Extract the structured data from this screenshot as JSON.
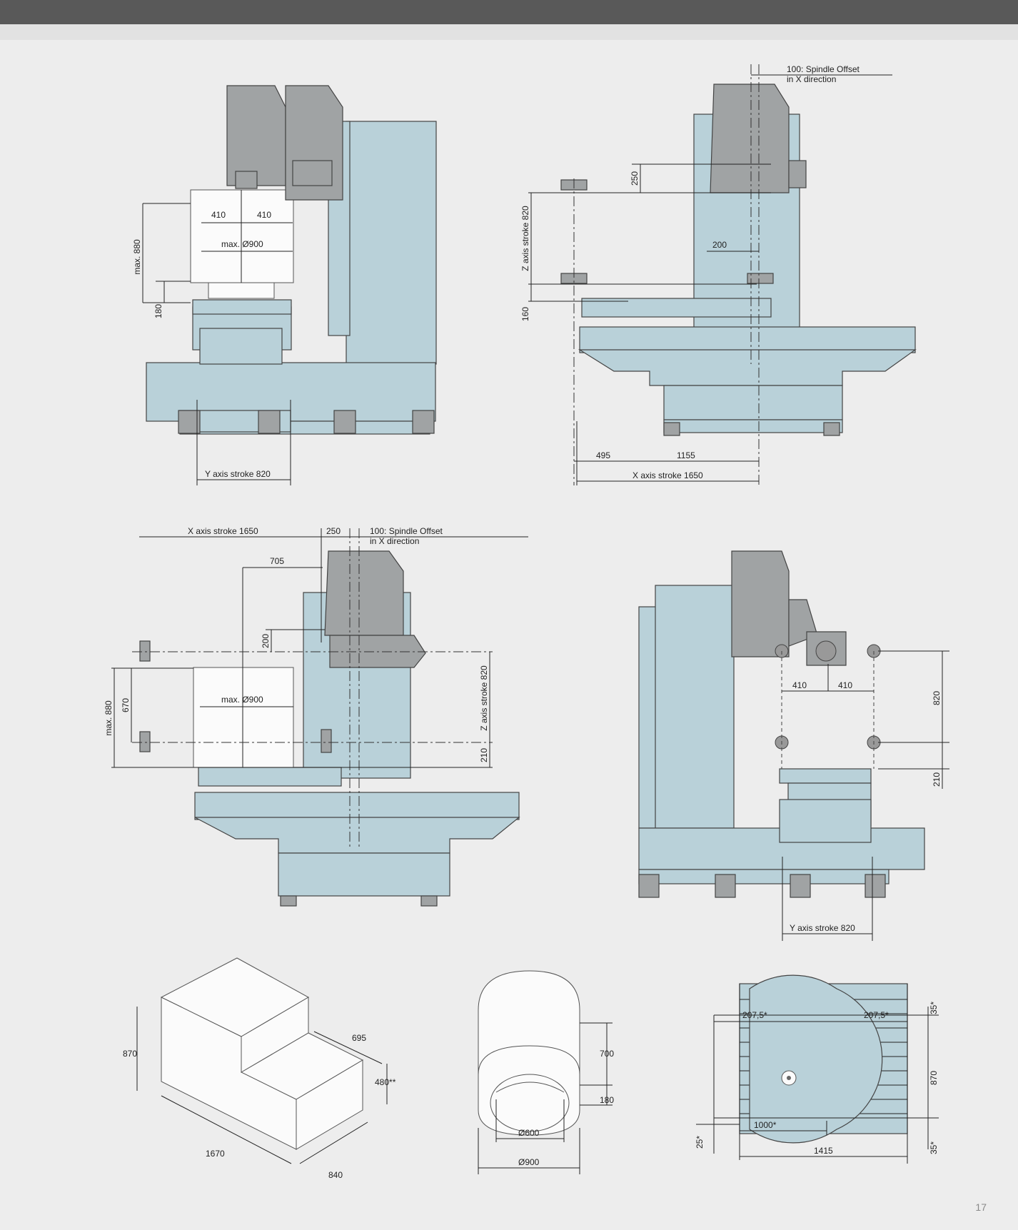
{
  "page": {
    "number": "17"
  },
  "views": {
    "side_left": {
      "dim_410a": "410",
      "dim_410b": "410",
      "dim_diameter": "max. Ø900",
      "dim_max_height": "max. 880",
      "dim_180": "180",
      "stroke_label": "Y axis stroke 820"
    },
    "front_top": {
      "offset_title": "100: Spindle Offset",
      "offset_sub": "in X direction",
      "dim_250": "250",
      "dim_z_stroke": "Z axis stroke 820",
      "dim_200": "200",
      "dim_160": "160",
      "dim_495": "495",
      "dim_1155": "1155",
      "stroke_label": "X axis stroke 1650"
    },
    "front_mid": {
      "stroke_label": "X axis stroke 1650",
      "dim_250": "250",
      "offset_title": "100: Spindle Offset",
      "offset_sub": "in X direction",
      "dim_705": "705",
      "dim_200": "200",
      "dim_max_height": "max. 880",
      "dim_670": "670",
      "dim_diameter": "max. Ø900",
      "dim_z_stroke": "Z axis stroke 820",
      "dim_210": "210"
    },
    "side_right": {
      "dim_410a": "410",
      "dim_410b": "410",
      "dim_820": "820",
      "dim_210": "210",
      "stroke_label": "Y axis stroke 820"
    },
    "box_iso": {
      "dim_870": "870",
      "dim_695": "695",
      "dim_480": "480**",
      "dim_1670": "1670",
      "dim_840": "840"
    },
    "cylinder": {
      "dim_700": "700",
      "dim_180": "180",
      "dim_d600": "Ø600",
      "dim_d900": "Ø900"
    },
    "table_plan": {
      "dim_207a": "207,5*",
      "dim_207b": "207,5*",
      "dim_35a": "35*",
      "dim_870": "870",
      "dim_35b": "35*",
      "dim_25": "25*",
      "dim_1000": "1000*",
      "dim_1415": "1415"
    }
  },
  "colors": {
    "machine_blue": "#b9d1d9",
    "head_gray": "#a0a3a4",
    "line": "#333333",
    "top_bar": "#595959"
  }
}
